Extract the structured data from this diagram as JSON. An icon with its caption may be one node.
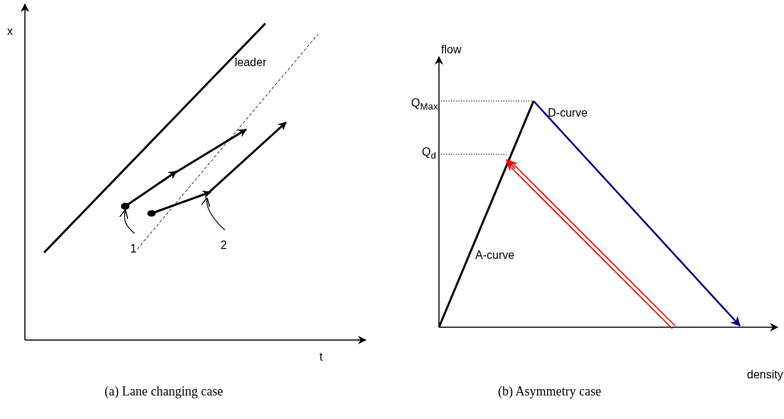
{
  "diagram": {
    "nodes": [
      {
        "text": [
          "1"
        ]
      },
      {
        "text": [],
        "shape": "circle"
      },
      {
        "text": [
          "2"
        ]
      }
    ],
    "edges": [
      {
        "from": 0,
        "to": 1,
        "arrow": "to"
      },
      {
        "from": 2,
        "to": null,
        "arrow": "to"
      }
    ],
    "labels": [
      "x",
      "leader",
      "t",
      "flow",
      "Q$_{Max}$",
      "Q$_{d}$",
      "D-curve",
      "A-curve",
      "density",
      "(a) Lane changing case",
      "(b) Asymmetry case"
    ]
  }
}
